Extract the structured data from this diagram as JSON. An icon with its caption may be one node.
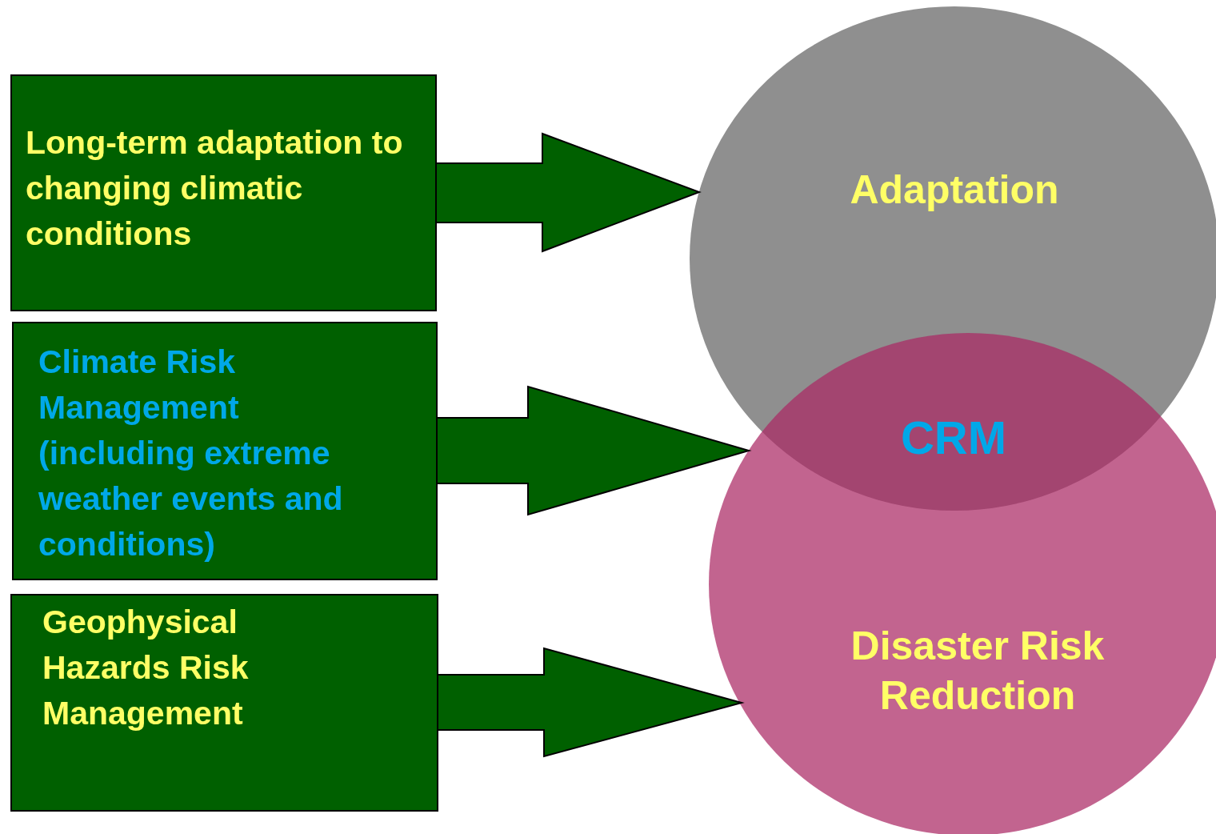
{
  "diagram": {
    "nodes": [
      {
        "text": [
          "Long-term adaptation to changing climatic conditions"
        ]
      },
      {
        "text": [
          "Climate Risk Management (including extreme weather events and conditions)"
        ]
      },
      {
        "text": [
          "Geophysical Hazards Risk Management"
        ]
      },
      {
        "text": [
          "Adaptation"
        ]
      },
      {
        "text": [
          "CRM"
        ]
      },
      {
        "text": [
          "Disaster Risk Reduction"
        ]
      }
    ],
    "edges": [
      {
        "from": 0,
        "to": 3,
        "arrow": "to"
      },
      {
        "from": 1,
        "to": 4,
        "arrow": "to"
      },
      {
        "from": 2,
        "to": 5,
        "arrow": "to"
      }
    ]
  }
}
